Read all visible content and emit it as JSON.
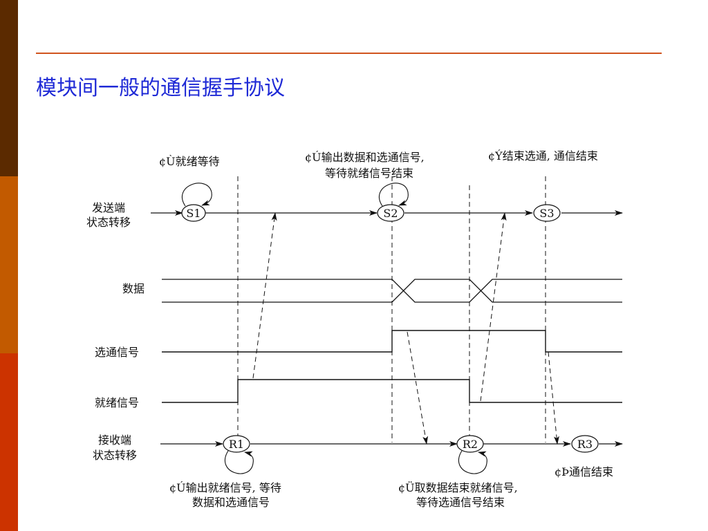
{
  "title": "模块间一般的通信握手协议",
  "sender_label": [
    "发送端",
    "状态转移"
  ],
  "receiver_label": [
    "接收端",
    "状态转移"
  ],
  "signal_labels": {
    "data": "数据",
    "strobe": "选通信号",
    "ready": "就绪信号"
  },
  "states": {
    "s1": "S1",
    "s2": "S2",
    "s3": "S3",
    "r1": "R1",
    "r2": "R2",
    "r3": "R3"
  },
  "annotations": {
    "s1": [
      "¢Ù就绪等待"
    ],
    "s2": [
      "¢Ú输出数据和选通信号,",
      "等待就绪信号结束"
    ],
    "s3": [
      "¢Ý结束选通, 通信结束"
    ],
    "r1": [
      "¢Ú输出就绪信号, 等待",
      "数据和选通信号"
    ],
    "r2": [
      "¢Ü取数据结束就绪信号,",
      "等待选通信号结束"
    ],
    "r3": [
      "¢Þ通信结束"
    ]
  },
  "colors": {
    "title": "#1f2ad6",
    "rule": "#d0531d",
    "sidebar": [
      "#5b2a00",
      "#c25a00",
      "#cc3300"
    ]
  }
}
